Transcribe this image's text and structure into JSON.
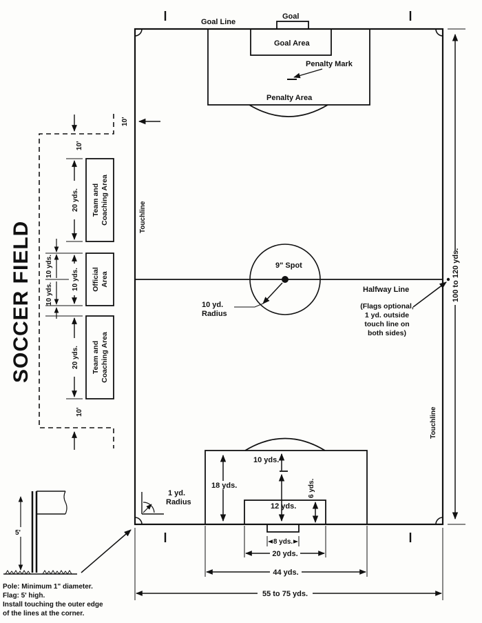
{
  "title": "SOCCER FIELD",
  "labels": {
    "goal_line": "Goal Line",
    "goal": "Goal",
    "goal_area": "Goal Area",
    "penalty_mark": "Penalty Mark",
    "penalty_area": "Penalty Area",
    "touchline_left": "Touchline",
    "touchline_right": "Touchline",
    "center_spot": "9\" Spot",
    "center_radius_1": "10 yd.",
    "center_radius_2": "Radius",
    "halfway_line": "Halfway Line",
    "flags_note_1": "(Flags optional,",
    "flags_note_2": "1 yd. outside",
    "flags_note_3": "touch line on",
    "flags_note_4": "both sides)",
    "corner_radius_1": "1 yd.",
    "corner_radius_2": "Radius",
    "team_area_1": "Team and",
    "team_area_2": "Coaching Area",
    "official_area_1": "Official",
    "official_area_2": "Area"
  },
  "dimensions": {
    "ten_feet": "10'",
    "twenty_yds": "20 yds.",
    "ten_yds": "10 yds.",
    "eighteen_yds": "18 yds.",
    "twelve_yds": "12 yds.",
    "six_yds": "6 yds.",
    "eight_yds": "8 yds.",
    "goal_area_width": "20 yds.",
    "penalty_area_width": "44 yds.",
    "field_width": "55 to 75 yds.",
    "field_length": "100 to 120 yds.",
    "pole_height": "5'"
  },
  "pole_note": [
    "Pole: Minimum 1\" diameter.",
    "Flag: 5' high.",
    "Install touching the outer edge",
    "of the lines at the corner."
  ]
}
